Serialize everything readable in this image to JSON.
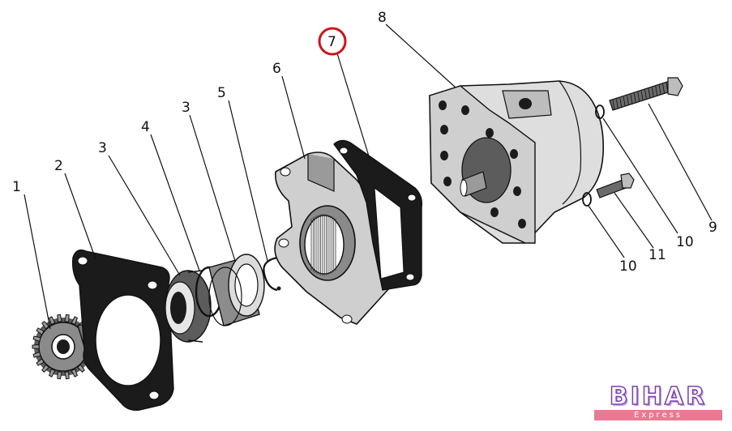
{
  "figure": {
    "callouts": [
      {
        "id": "c1",
        "text": "1"
      },
      {
        "id": "c2",
        "text": "2"
      },
      {
        "id": "c3a",
        "text": "3"
      },
      {
        "id": "c3b",
        "text": "3"
      },
      {
        "id": "c4",
        "text": "4"
      },
      {
        "id": "c5",
        "text": "5"
      },
      {
        "id": "c6",
        "text": "6"
      },
      {
        "id": "c7",
        "text": "7"
      },
      {
        "id": "c8",
        "text": "8"
      },
      {
        "id": "c9",
        "text": "9"
      },
      {
        "id": "c10a",
        "text": "10"
      },
      {
        "id": "c10b",
        "text": "10"
      },
      {
        "id": "c11",
        "text": "11"
      }
    ],
    "highlighted_callout": "7",
    "highlight_color": "#d0121b"
  },
  "watermark": {
    "brand": "BIHAR",
    "tagline": "Express",
    "colors": {
      "outline": "#7b3fae",
      "band": "#e87a93"
    }
  }
}
